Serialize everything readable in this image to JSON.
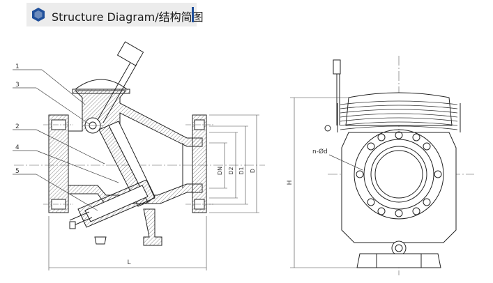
{
  "header": {
    "title": "Structure Diagram/结构简图",
    "icon": "hexagon-icon",
    "accent_color": "#1f4f9a"
  },
  "callouts": [
    "1",
    "3",
    "2",
    "4",
    "5"
  ],
  "dimensions": {
    "dn": "DN",
    "d2": "D2",
    "d1": "D1",
    "d": "D",
    "length": "L",
    "height": "H",
    "bolt_holes": "n-Ød"
  }
}
